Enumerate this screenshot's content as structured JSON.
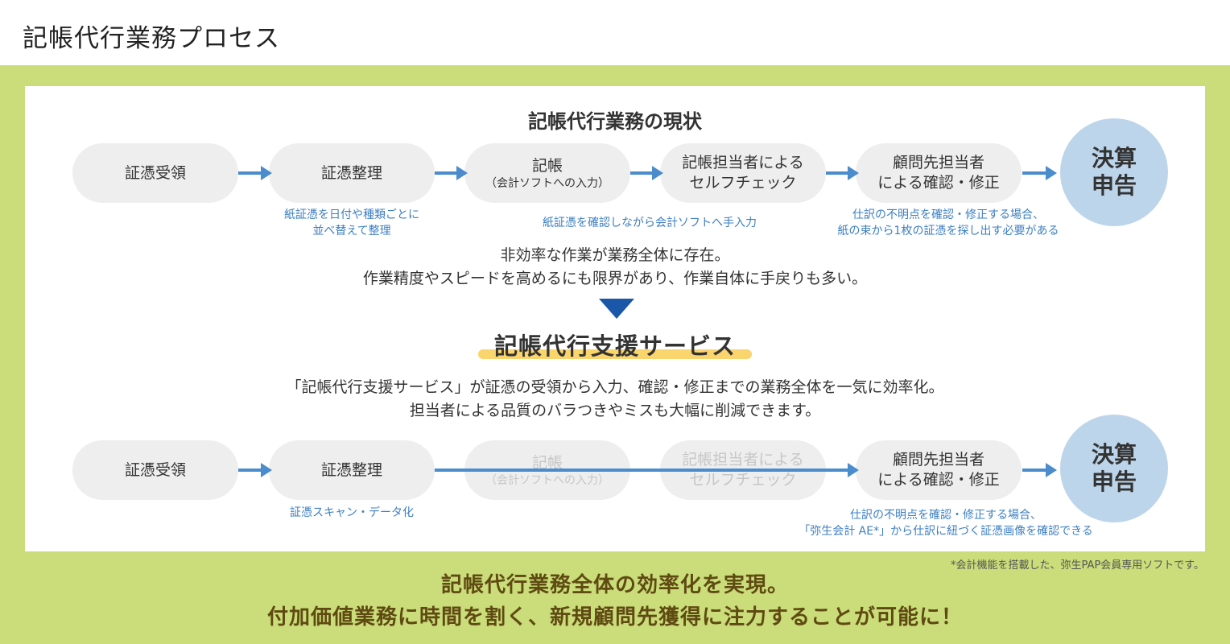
{
  "header": {
    "title": "記帳代行業務プロセス"
  },
  "current": {
    "title": "記帳代行業務の現状",
    "steps": [
      {
        "label": "証憑受領"
      },
      {
        "label": "証憑整理"
      },
      {
        "label": "記帳",
        "sub": "（会計ソフトへの入力）"
      },
      {
        "label": "記帳担当者による\nセルフチェック"
      },
      {
        "label": "顧問先担当者\nによる確認・修正"
      }
    ],
    "final": "決算申告",
    "notes": [
      "紙証憑を日付や種類ごとに\n並べ替えて整理",
      "紙証憑を確認しながら会計ソフトへ手入力",
      "仕訳の不明点を確認・修正する場合、\n紙の束から1枚の証憑を探し出す必要がある"
    ],
    "summary": "非効率な作業が業務全体に存在。\n作業精度やスピードを高めるにも限界があり、作業自体に手戻りも多い。"
  },
  "service": {
    "title": "記帳代行支援サービス",
    "summary": "「記帳代行支援サービス」が証憑の受領から入力、確認・修正までの業務全体を一気に効率化。\n担当者による品質のバラつきやミスも大幅に削減できます。",
    "steps": [
      {
        "label": "証憑受領",
        "active": true
      },
      {
        "label": "証憑整理",
        "active": true
      },
      {
        "label": "記帳",
        "sub": "（会計ソフトへの入力）",
        "active": false
      },
      {
        "label": "記帳担当者による\nセルフチェック",
        "active": false
      },
      {
        "label": "顧問先担当者\nによる確認・修正",
        "active": true
      }
    ],
    "final": "決算申告",
    "notes": [
      "証憑スキャン・データ化",
      "仕訳の不明点を確認・修正する場合、\n「弥生会計 AE*」から仕訳に紐づく証憑画像を確認できる"
    ],
    "footnote": "*会計機能を搭載した、弥生PAP会員専用ソフトです。"
  },
  "conclusion": "記帳代行業務全体の効率化を実現。\n付加価値業務に時間を割く、新規顧問先獲得に注力することが可能に！",
  "colors": {
    "band": "#cadd7a",
    "pill": "#eeeeee",
    "circle": "#bdd5eb",
    "arrow": "#4a8ccc",
    "note_text": "#3d7fc2",
    "down_arrow": "#1a57a8",
    "highlight": "#fad46c",
    "conclusion_text": "#5f4a12"
  },
  "icons": {
    "flow_down": "triangle-down-icon"
  }
}
